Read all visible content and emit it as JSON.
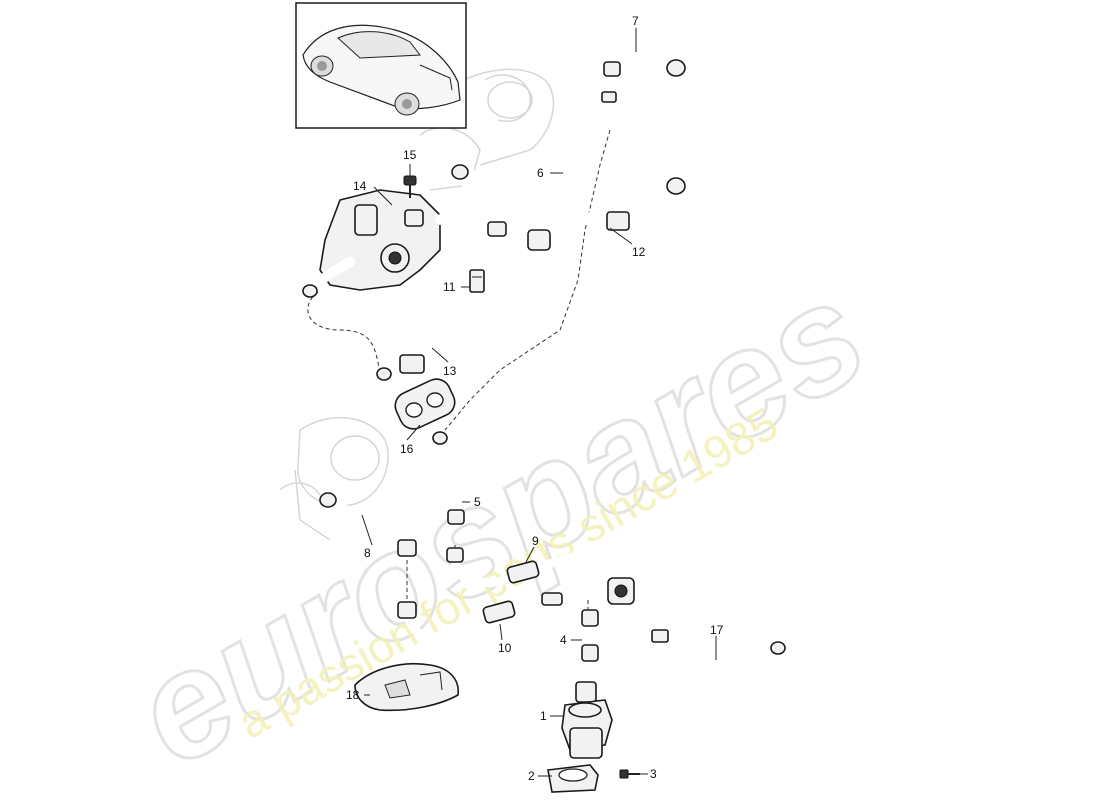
{
  "watermark": {
    "brand": "eurospares",
    "tagline": "a passion for parts since 1985",
    "brand_color": "#e6e6e6",
    "tagline_color": "#f2f0b0"
  },
  "thumbnail": {
    "icon": "car-icon"
  },
  "callouts": [
    "1",
    "2",
    "3",
    "4",
    "5",
    "6",
    "7",
    "8",
    "9",
    "10",
    "11",
    "12",
    "13",
    "14",
    "15",
    "16",
    "17",
    "18"
  ]
}
